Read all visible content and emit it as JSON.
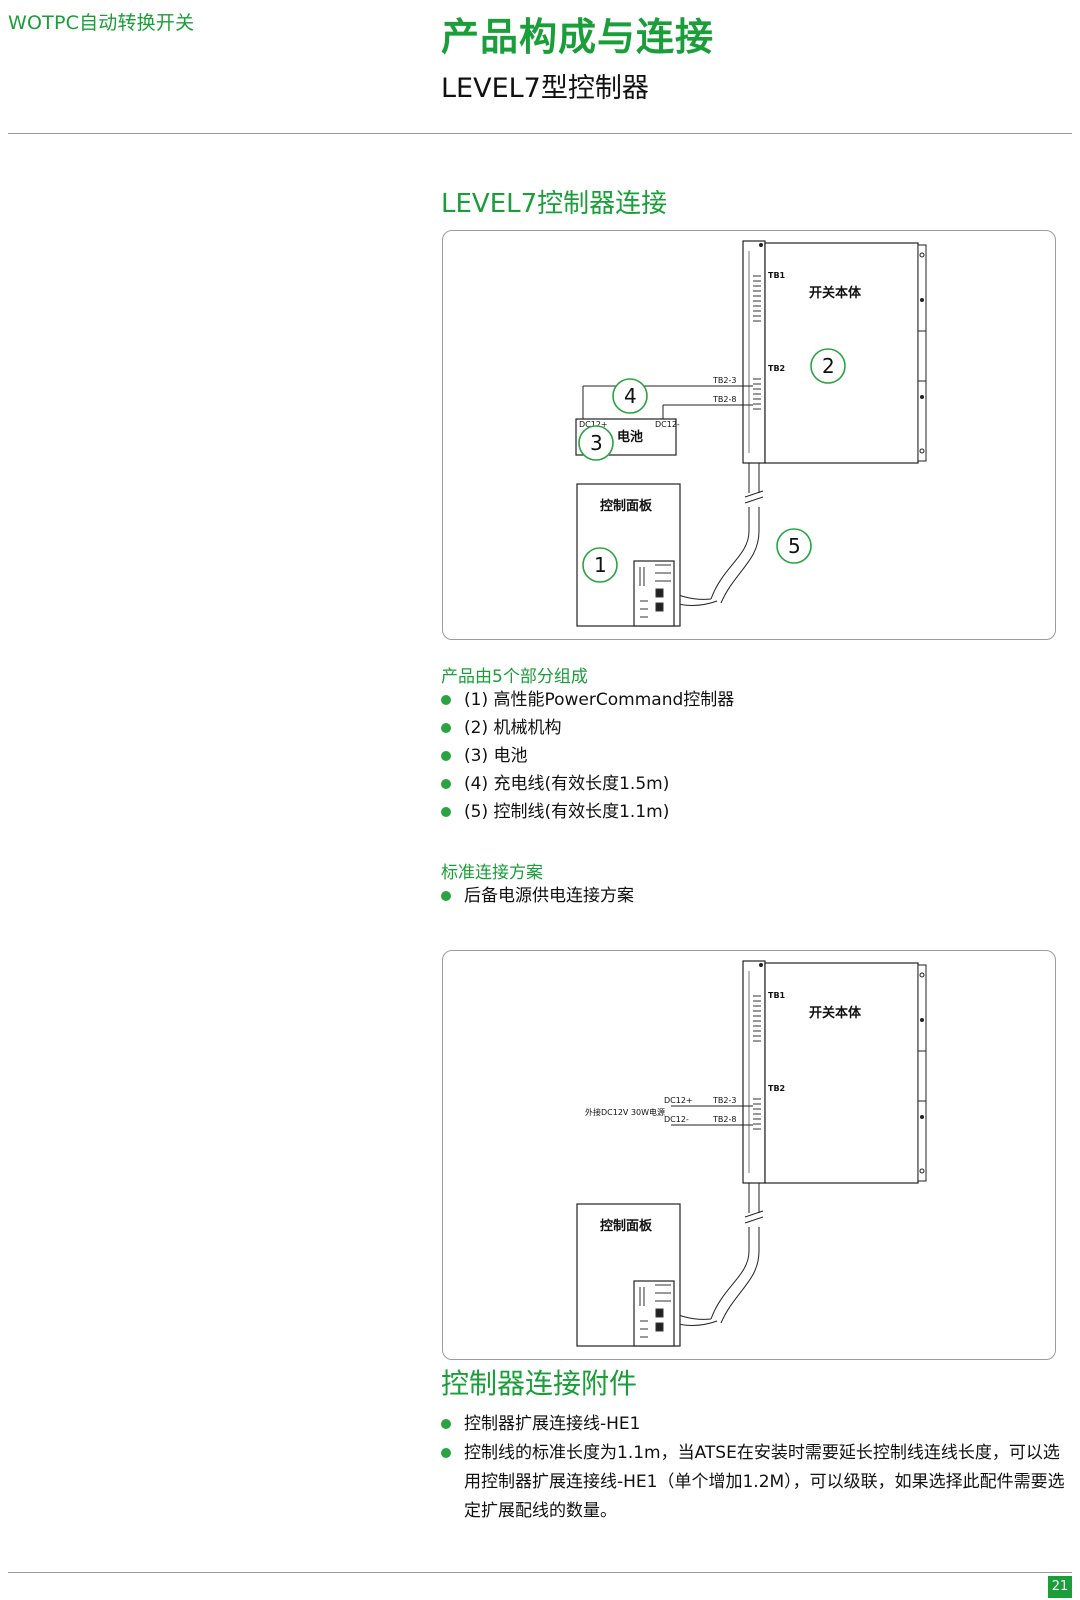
{
  "header": {
    "brand": "WOTPC自动转换开关",
    "title": "产品构成与连接",
    "subtitle": "LEVEL7型控制器"
  },
  "section1": {
    "title": "LEVEL7控制器连接",
    "diagram": {
      "tb1": "TB1",
      "tb2": "TB2",
      "switch_body": "开关本体",
      "wire_top": "TB2-3",
      "wire_bottom": "TB2-8",
      "dc_plus": "DC12+",
      "dc_minus": "DC12-",
      "battery": "电池",
      "panel": "控制面板",
      "callouts": [
        "1",
        "2",
        "3",
        "4",
        "5"
      ]
    },
    "parts_heading": "产品由5个部分组成",
    "parts": [
      "(1) 高性能PowerCommand控制器",
      "(2) 机械机构",
      "(3) 电池",
      "(4) 充电线(有效长度1.5m)",
      "(5) 控制线(有效长度1.1m)"
    ],
    "scheme_heading": "标准连接方案",
    "schemes": [
      "后备电源供电连接方案"
    ]
  },
  "section2": {
    "diagram": {
      "tb1": "TB1",
      "tb2": "TB2",
      "switch_body": "开关本体",
      "wire_top": "TB2-3",
      "wire_bottom": "TB2-8",
      "dc_plus": "DC12+",
      "dc_minus": "DC12-",
      "external_power": "外接DC12V 30W电源",
      "panel": "控制面板"
    }
  },
  "accessories": {
    "title": "控制器连接附件",
    "items": [
      "控制器扩展连接线-HE1",
      "控制线的标准长度为1.1m，当ATSE在安装时需要延长控制线连线长度，可以选用控制器扩展连接线-HE1（单个增加1.2M），可以级联，如果选择此配件需要选定扩展配线的数量。"
    ]
  },
  "footer": {
    "page_number": "21"
  }
}
